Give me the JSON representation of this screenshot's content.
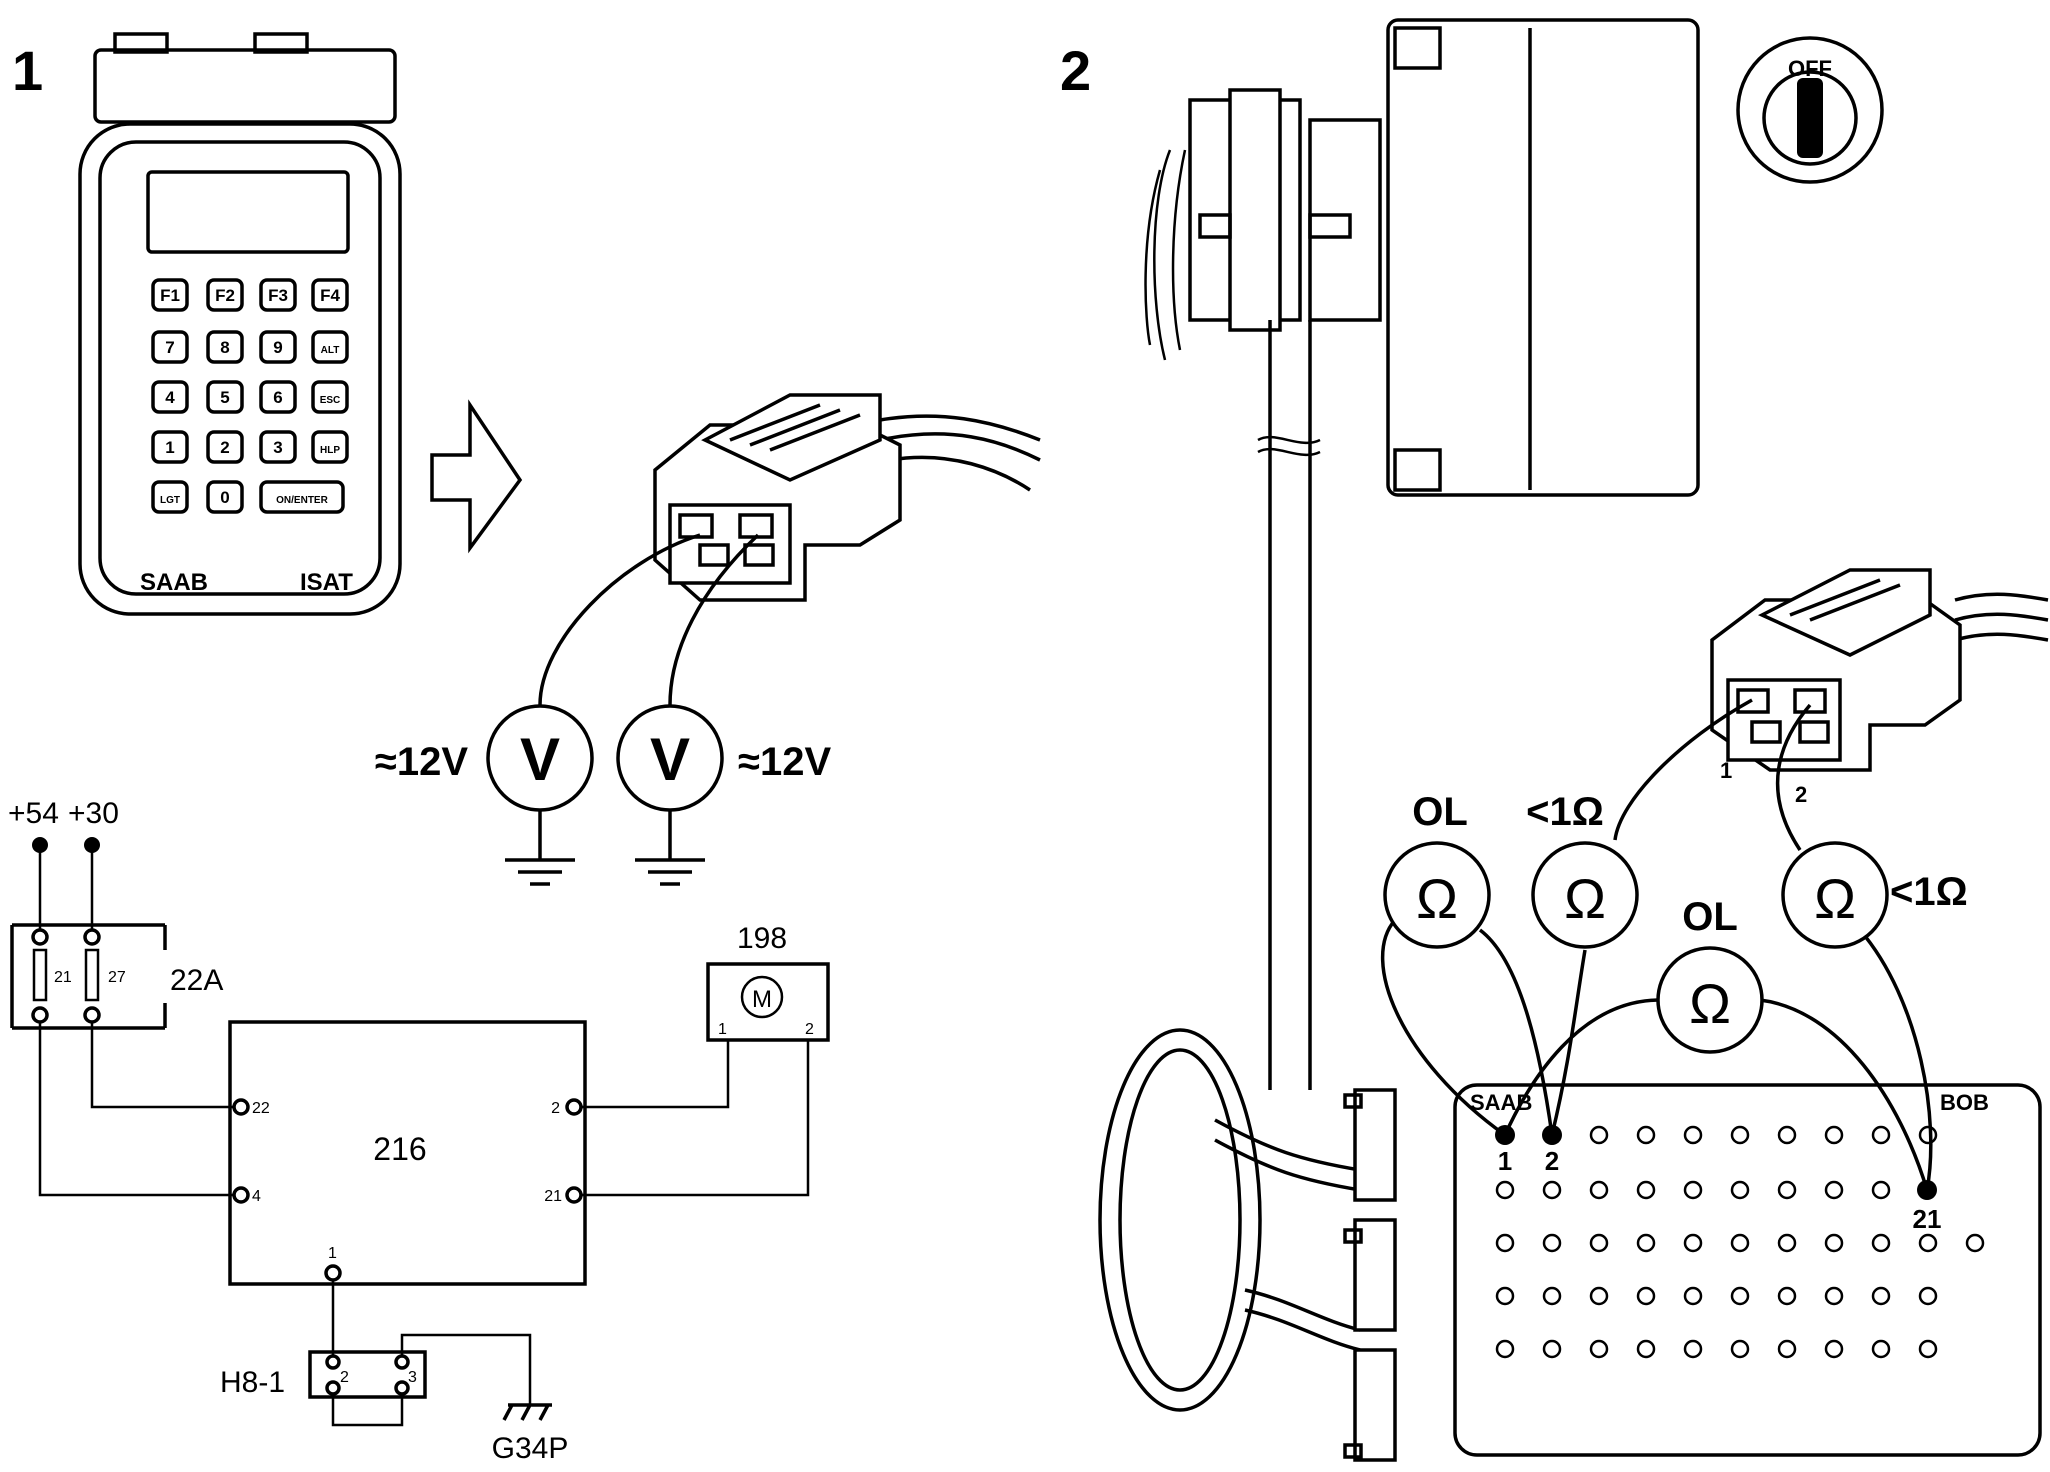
{
  "panels": {
    "panel1_number": "1",
    "panel2_number": "2"
  },
  "tester": {
    "brand": "SAAB",
    "model": "ISAT",
    "keys": [
      "F1",
      "F2",
      "F3",
      "F4",
      "7",
      "8",
      "9",
      "ALT",
      "4",
      "5",
      "6",
      "ESC",
      "1",
      "2",
      "3",
      "HLP",
      "LGT",
      "0",
      "ON/ENTER"
    ]
  },
  "voltage_test": {
    "left_meter": "V",
    "right_meter": "V",
    "left_reading": "≈12V",
    "right_reading": "≈12V"
  },
  "schematic": {
    "supply_54": "+54",
    "supply_30": "+30",
    "fuse_box": "22A",
    "fuse_a": "21",
    "fuse_b": "27",
    "module": "216",
    "motor_id": "198",
    "motor_symbol": "M",
    "motor_pin1": "1",
    "motor_pin2": "2",
    "module_pin22": "22",
    "module_pin4": "4",
    "module_pin2": "2",
    "module_pin21": "21",
    "module_pin1": "1",
    "connector": "H8-1",
    "connector_pin2": "2",
    "connector_pin3": "3",
    "ground": "G34P"
  },
  "resistance_test": {
    "ignition": "OFF",
    "ohm_symbol": "Ω",
    "readings": [
      "OL",
      "<1Ω",
      "OL",
      "<1Ω"
    ],
    "plug_pin1": "1",
    "plug_pin2": "2",
    "bob_label_left": "SAAB",
    "bob_label_right": "BOB",
    "bob_pin1": "1",
    "bob_pin2": "2",
    "bob_pin21": "21"
  }
}
